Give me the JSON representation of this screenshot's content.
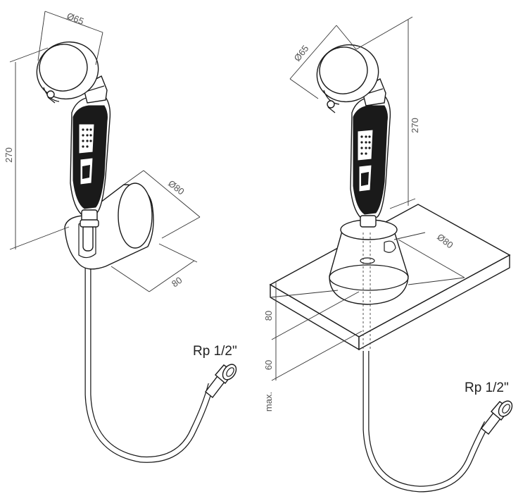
{
  "left_view": {
    "head_diameter": "Ø65",
    "height": "270",
    "holder_diameter": "Ø80",
    "holder_depth": "80",
    "connection": "Rp 1/2\""
  },
  "right_view": {
    "head_diameter": "Ø65",
    "height": "270",
    "base_diameter": "Ø80",
    "base_height": "80",
    "deck_thickness": "60",
    "deck_thickness_prefix": "max.",
    "connection": "Rp 1/2\""
  }
}
